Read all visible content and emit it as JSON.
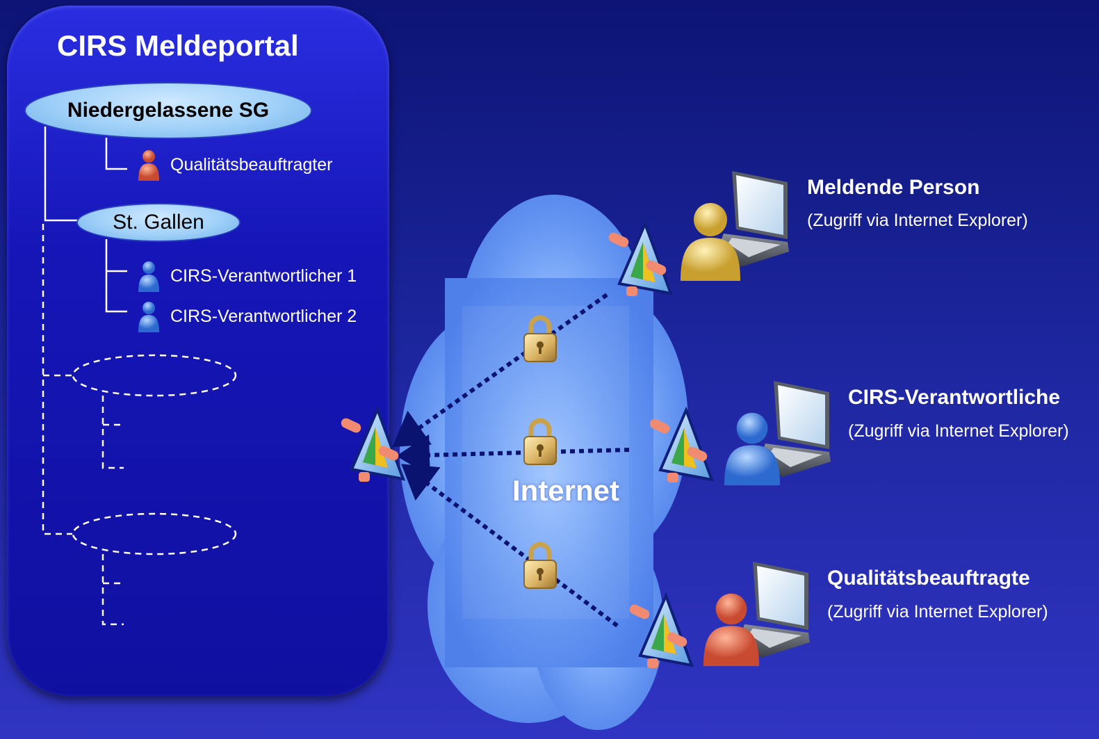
{
  "portal": {
    "title": "CIRS Meldeportal",
    "organization": "Niedergelassene SG",
    "organization_member": "Qualitätsbeauftragter",
    "region": "St. Gallen",
    "region_members": [
      "CIRS-Verantwortlicher 1",
      "CIRS-Verantwortlicher 2"
    ]
  },
  "network": {
    "label": "Internet"
  },
  "clients": [
    {
      "title": "Meldende Person",
      "subtitle": "(Zugriff via Internet Explorer)",
      "color": "#e8c860"
    },
    {
      "title": "CIRS-Verantwortliche",
      "subtitle": "(Zugriff via Internet Explorer)",
      "color": "#4a8ae0"
    },
    {
      "title": "Qualitätsbeauftragte",
      "subtitle": "(Zugriff via Internet Explorer)",
      "color": "#e06a50"
    }
  ],
  "colors": {
    "background": "#1c259c",
    "portal_box": "#1616b8",
    "cloud": "#5c8ff0",
    "connector": "#0a1470"
  }
}
